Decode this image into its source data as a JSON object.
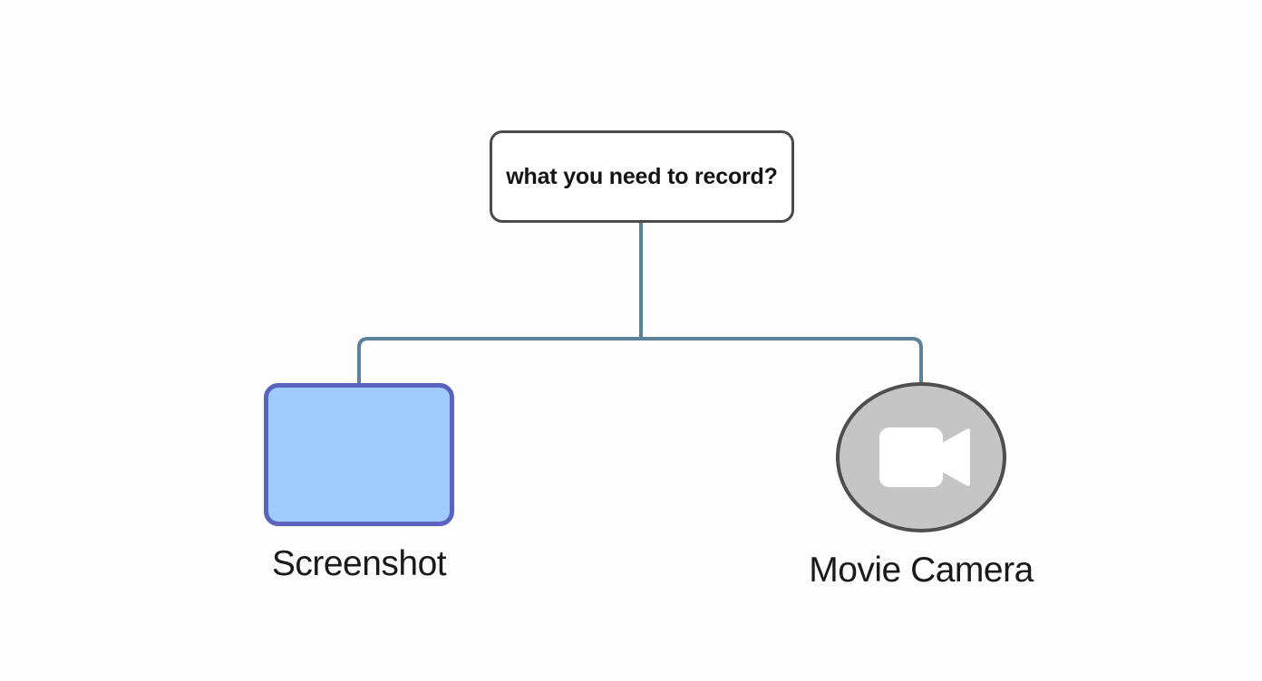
{
  "diagram": {
    "type": "tree",
    "background_color": "#fdfdfd",
    "root": {
      "label": "what you need to record?",
      "shape": "rounded-rectangle",
      "fill_color": "#ffffff",
      "border_color": "#4a4a4d"
    },
    "connector": {
      "color": "#5c8299",
      "style": "orthogonal-elbow"
    },
    "children": [
      {
        "id": "screenshot",
        "label": "Screenshot",
        "icon": "blue-rounded-square-icon",
        "shape": "rounded-square",
        "fill_color": "#9fcbfb",
        "border_color": "#5a63be"
      },
      {
        "id": "movie-camera",
        "label": "Movie Camera",
        "icon": "movie-camera-icon",
        "shape": "circle",
        "fill_color": "#c5c5c5",
        "border_color": "#4e4e4e",
        "glyph_color": "#ffffff"
      }
    ]
  }
}
